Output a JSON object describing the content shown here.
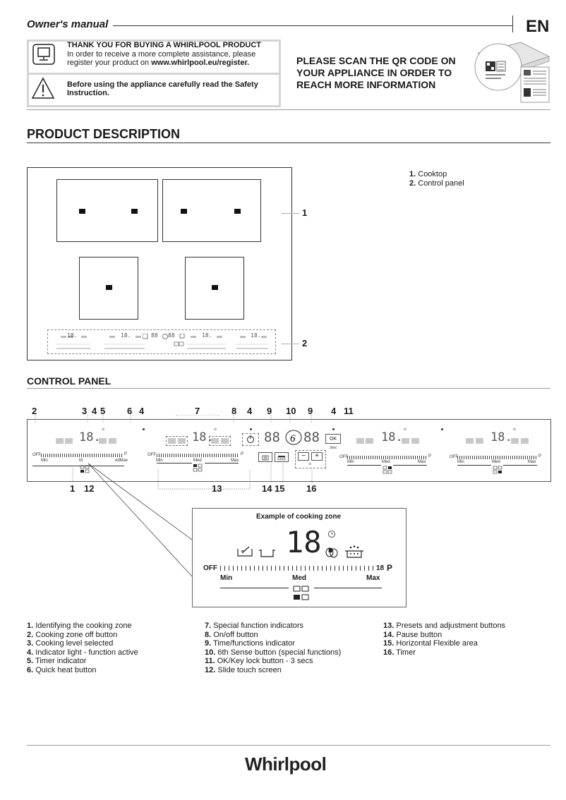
{
  "header": {
    "title": "Owner's manual",
    "lang": "EN"
  },
  "thanks": {
    "line1": "THANK YOU FOR BUYING A WHIRLPOOL PRODUCT",
    "line2": "In order to receive a more complete assistance, please",
    "line3_pre": "register your product on ",
    "line3_url": "www.whirlpool.eu/register.",
    "warn1": "Before using the appliance carefully read the Safety",
    "warn2": "Instruction."
  },
  "scan": {
    "l1": "PLEASE SCAN THE QR CODE ON",
    "l2": "YOUR APPLIANCE IN ORDER TO",
    "l3": "REACH MORE INFORMATION"
  },
  "product": {
    "title": "PRODUCT DESCRIPTION",
    "items": [
      {
        "num": "1.",
        "text": " Cooktop"
      },
      {
        "num": "2.",
        "text": " Control panel"
      }
    ],
    "callouts": [
      "1",
      "2"
    ]
  },
  "control": {
    "title": "CONTROL PANEL",
    "top_labels": [
      "2",
      "3",
      "4",
      "5",
      "6",
      "4",
      "7",
      "8",
      "4",
      "9",
      "10",
      "9",
      "4",
      "11"
    ],
    "bottom_labels": [
      "1",
      "12",
      "13",
      "14",
      "15",
      "16"
    ],
    "digits": "18.",
    "time_digits": "88",
    "ok": "OK",
    "off": "OFF",
    "p": "P",
    "min": "Min",
    "med": "Med",
    "max": "Max",
    "m": "M",
    "edmax": "edMax",
    "sec": "3sec"
  },
  "example": {
    "title": "Example of cooking zone",
    "digits": "18.",
    "off": "OFF",
    "p": "P",
    "eighteen": "18",
    "min": "Min",
    "med": "Med",
    "max": "Max"
  },
  "legend": {
    "col1": [
      {
        "num": "1.",
        "text": " Identifying the cooking zone"
      },
      {
        "num": "2.",
        "text": " Cooking zone off button"
      },
      {
        "num": "3.",
        "text": " Cooking level selected"
      },
      {
        "num": "4.",
        "text": " Indicator light - function active"
      },
      {
        "num": "5.",
        "text": " Timer indicator"
      },
      {
        "num": "6.",
        "text": " Quick heat button"
      }
    ],
    "col2": [
      {
        "num": "7.",
        "text": " Special function indicators"
      },
      {
        "num": "8.",
        "text": " On/off button"
      },
      {
        "num": "9.",
        "text": " Time/functions indicator"
      },
      {
        "num": "10.",
        "text": " 6th Sense button (special functions)"
      },
      {
        "num": "11.",
        "text": " OK/Key lock button - 3 secs"
      },
      {
        "num": "12.",
        "text": " Slide touch screen"
      }
    ],
    "col3": [
      {
        "num": "13.",
        "text": " Presets and adjustment buttons"
      },
      {
        "num": "14.",
        "text": " Pause button"
      },
      {
        "num": "15.",
        "text": " Horizontal Flexible area"
      },
      {
        "num": "16.",
        "text": " Timer"
      }
    ]
  },
  "footer": {
    "brand": "Whirlpool"
  }
}
